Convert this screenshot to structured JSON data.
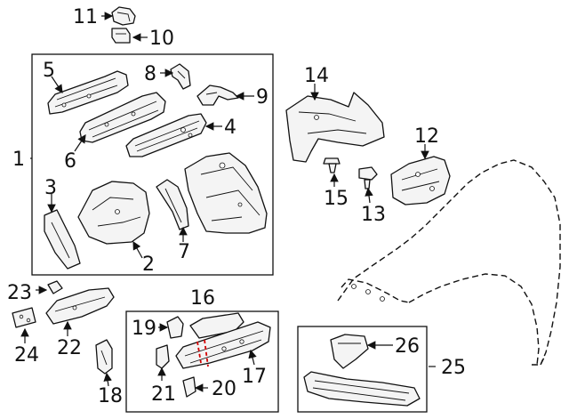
{
  "diagram": {
    "callouts": [
      "1",
      "2",
      "3",
      "4",
      "5",
      "6",
      "7",
      "8",
      "9",
      "10",
      "11",
      "12",
      "13",
      "14",
      "15",
      "16",
      "17",
      "18",
      "19",
      "20",
      "21",
      "22",
      "23",
      "24",
      "25",
      "26"
    ]
  },
  "colors": {
    "line": "#111111",
    "highlight": "#d40000",
    "background": "#ffffff"
  }
}
